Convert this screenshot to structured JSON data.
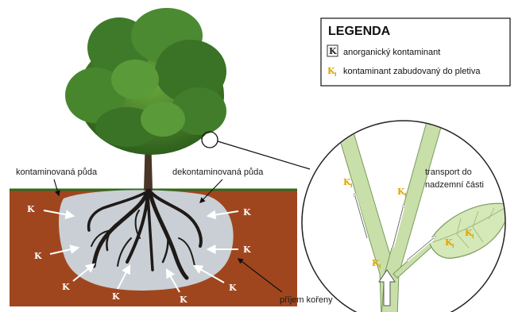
{
  "legend": {
    "title": "LEGENDA",
    "items": [
      {
        "symbol": "K",
        "label": "anorganický kontaminant"
      },
      {
        "symbol": "K",
        "subscript": "I",
        "label": "kontaminant zabudovaný do pletiva"
      }
    ]
  },
  "labels": {
    "contaminated_soil": "kontaminovaná půda",
    "decontaminated_soil": "dekontaminovaná půda",
    "transport_line1": "transport do",
    "transport_line2": "nadzemní části",
    "root_uptake": "příjem kořeny"
  },
  "symbols": {
    "contaminant": "K",
    "incorporated": "K",
    "incorporated_sub": "I"
  },
  "colors": {
    "soil": "#a0461e",
    "decontaminated_zone": "#c9cfd4",
    "ground_line": "#2e6b1e",
    "foliage": "#3f7a2a",
    "stem": "#c8dfaa",
    "roots": "#1e1a18",
    "incorporated_symbol": "#e0a400"
  }
}
